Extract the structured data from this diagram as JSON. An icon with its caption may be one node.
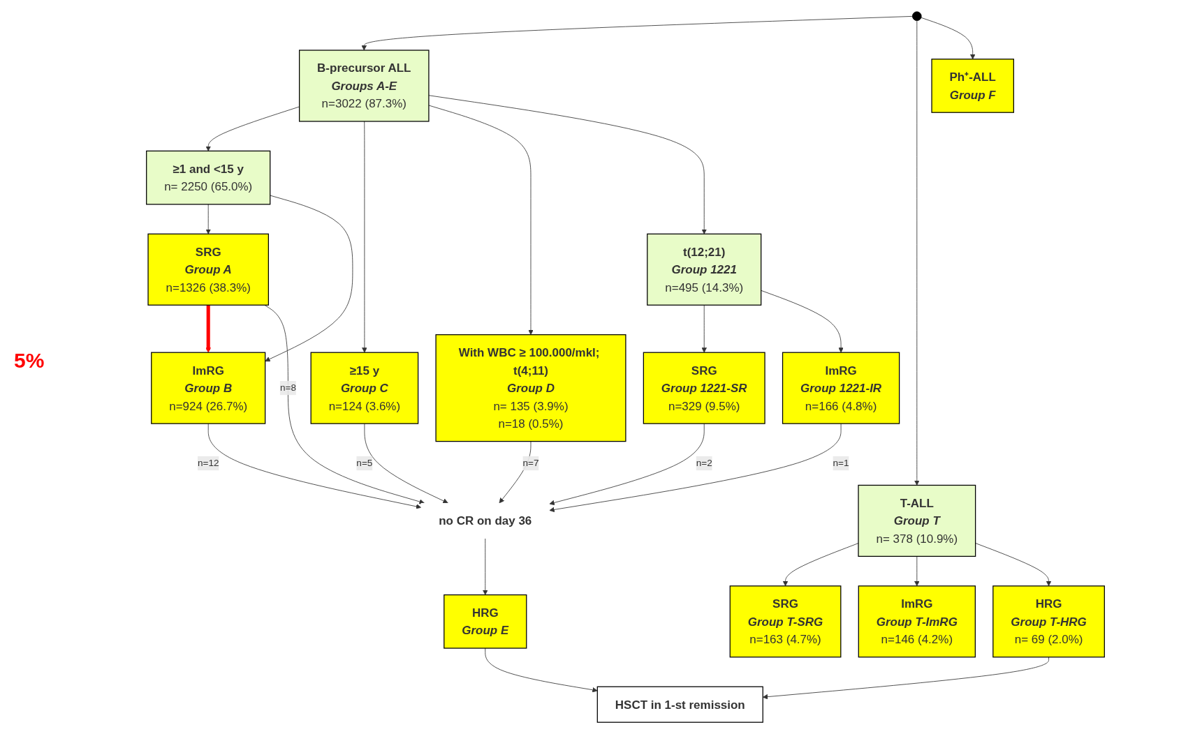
{
  "diagram": {
    "nodes": [
      {
        "text": [
          "B-precursor  ALL",
          "Groups  A-E",
          "n=3022 (87.3%)"
        ]
      },
      {
        "text": [
          "T-ALL",
          "Group T",
          "n= 378 (10.9%)"
        ]
      },
      {
        "text": [
          "Ph⁺-ALL",
          "Group F"
        ]
      },
      {
        "text": [
          "≥1 and <15 y",
          "n= 2250 (65.0%)"
        ]
      },
      {
        "text": [
          "≥15 y",
          "Group C",
          "n=124 (3.6%)"
        ]
      },
      {
        "text": [
          "With WBC ≥ 100.000/mkl; t(4;11)",
          "Group D",
          "n= 135 (3.9%)",
          "n=18 (0.5%)"
        ]
      },
      {
        "text": [
          "t(12;21)",
          "Group 1221",
          "n=495 (14.3%)"
        ]
      },
      {
        "text": [
          "SRG",
          "Group T-SRG",
          "n=163 (4.7%)"
        ]
      },
      {
        "text": [
          "ImRG",
          "Group T-ImRG",
          "n=146 (4.2%)"
        ]
      },
      {
        "text": [
          "HRG",
          "Group T-HRG",
          "n= 69 (2.0%)"
        ]
      },
      {
        "text": [
          "SRG",
          "Group A",
          "n=1326 (38.3%)"
        ]
      },
      {
        "text": [
          "ImRG",
          "Group B",
          "n=924 (26.7%)"
        ]
      },
      {
        "text": [
          "SRG",
          "Group 1221-SR",
          "n=329 (9.5%)"
        ]
      },
      {
        "text": [
          "ImRG",
          "Group 1221-IR",
          "n=166 (4.8%)"
        ]
      },
      {
        "text": [
          "no CR on day 36"
        ]
      },
      {
        "text": [
          "HRG",
          "Group E"
        ]
      },
      {
        "text": [
          "HSCT in 1-st remission"
        ]
      }
    ],
    "edges": [
      {
        "from": null,
        "to": 0,
        "arrow": "to"
      },
      {
        "from": null,
        "to": 1,
        "arrow": "to"
      },
      {
        "from": null,
        "to": 2,
        "arrow": "to"
      },
      {
        "from": 0,
        "to": 3,
        "arrow": "to"
      },
      {
        "from": 0,
        "to": 4,
        "arrow": "to"
      },
      {
        "from": 0,
        "to": 5,
        "arrow": "to"
      },
      {
        "from": 0,
        "to": 6,
        "arrow": "to"
      },
      {
        "from": 1,
        "to": 7,
        "arrow": "to"
      },
      {
        "from": 1,
        "to": 8,
        "arrow": "to"
      },
      {
        "from": 1,
        "to": 9,
        "arrow": "to"
      },
      {
        "from": 3,
        "to": 10,
        "arrow": "to"
      },
      {
        "from": 3,
        "to": 11,
        "arrow": "to"
      },
      {
        "from": 6,
        "to": 12,
        "arrow": "to"
      },
      {
        "from": 6,
        "to": 13,
        "arrow": "to"
      },
      {
        "from": 10,
        "to": 11,
        "arrow": "to",
        "style": "thick",
        "color": "#ff0000"
      },
      {
        "from": 10,
        "to": 14,
        "arrow": "to",
        "label": "n=8"
      },
      {
        "from": 11,
        "to": 14,
        "arrow": "to",
        "label": "n=12"
      },
      {
        "from": 4,
        "to": 14,
        "arrow": "to",
        "label": "n=5"
      },
      {
        "from": 5,
        "to": 14,
        "arrow": "to",
        "label": "n=7"
      },
      {
        "from": 12,
        "to": 14,
        "arrow": "to",
        "label": "n=2"
      },
      {
        "from": 13,
        "to": 14,
        "arrow": "to",
        "label": "n=1"
      },
      {
        "from": 14,
        "to": 15,
        "arrow": "to"
      },
      {
        "from": 15,
        "to": 16,
        "arrow": "to"
      },
      {
        "from": 9,
        "to": 16,
        "arrow": "to"
      }
    ],
    "labels": [
      "5%"
    ]
  }
}
